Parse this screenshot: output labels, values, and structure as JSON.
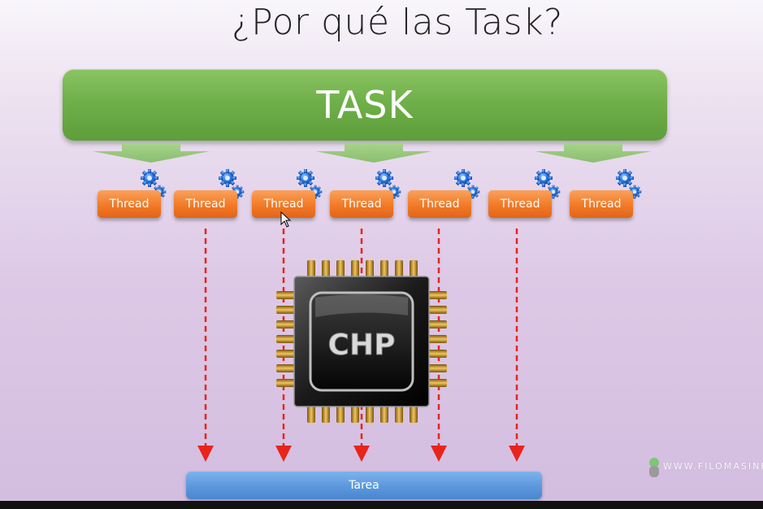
{
  "title": "¿Por qué las Task?",
  "task_label": "TASK",
  "threads": [
    "Thread",
    "Thread",
    "Thread",
    "Thread",
    "Thread",
    "Thread",
    "Thread"
  ],
  "target_label": "Tarea",
  "chip_label": "CHP",
  "watermark": "WWW.FILOMASINFO",
  "colors": {
    "task_green": "#6fb049",
    "thread_orange": "#f27a26",
    "tarea_blue": "#5b97dc",
    "arrow_red": "#e8241c",
    "gear_blue": "#1f5fc9",
    "chip_gold": "#c79a2c"
  },
  "icons": [
    "gear-icon",
    "chip-icon",
    "mouse-cursor-icon",
    "logo-icon"
  ]
}
